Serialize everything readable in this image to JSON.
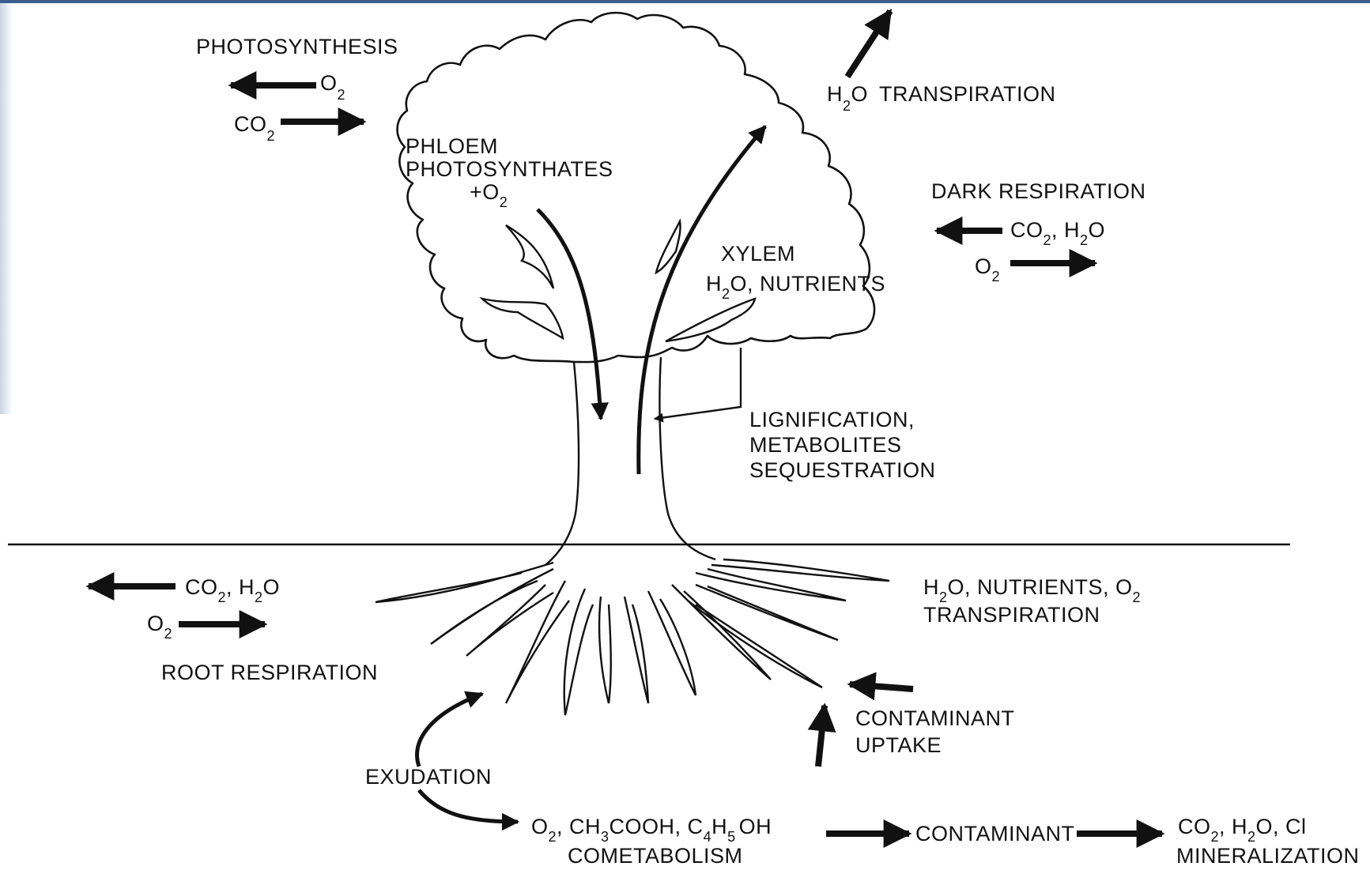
{
  "photosynthesis": {
    "title": "PHOTOSYNTHESIS",
    "o2": "O",
    "o2_sub": "2",
    "co2": "CO",
    "co2_sub": "2"
  },
  "transpiration_top": {
    "h2o": "H",
    "h2o_sub": "2",
    "h2o_rest": "O",
    "label": "TRANSPIRATION"
  },
  "phloem": {
    "line1": "PHLOEM",
    "line2": "PHOTOSYNTHATES",
    "line3": "+O",
    "line3_sub": "2"
  },
  "dark_respiration": {
    "title": "DARK RESPIRATION",
    "co2": "CO",
    "co2_sub": "2",
    "h2o": ", H",
    "h2o_sub": "2",
    "h2o_rest": "O",
    "o2": "O",
    "o2_sub": "2"
  },
  "xylem": {
    "line1": "XYLEM",
    "h": "H",
    "h_sub": "2",
    "rest": "O, NUTRIENTS"
  },
  "lignification": {
    "line1": "LIGNIFICATION,",
    "line2": "METABOLITES",
    "line3": "SEQUESTRATION"
  },
  "root_respiration": {
    "title": "ROOT RESPIRATION",
    "co2": "CO",
    "co2_sub": "2",
    "h2o": ", H",
    "h2o_sub": "2",
    "h2o_rest": "O",
    "o2": "O",
    "o2_sub": "2"
  },
  "root_uptake": {
    "h": "H",
    "h_sub": "2",
    "rest": "O, NUTRIENTS, O",
    "o_sub": "2",
    "line2": "TRANSPIRATION"
  },
  "contaminant_uptake": {
    "line1": "CONTAMINANT",
    "line2": "UPTAKE"
  },
  "exudation": {
    "label": "EXUDATION"
  },
  "cometabolism": {
    "o2": "O",
    "o2_sub": "2",
    "ch3": ", CH",
    "ch3_sub": "3",
    "cooh": "COOH, C",
    "c4_sub": "4",
    "h": "H",
    "h_sub": "5",
    "oh": "OH",
    "line2": "COMETABOLISM"
  },
  "contaminant": {
    "label": "CONTAMINANT"
  },
  "mineralization": {
    "co2": "CO",
    "co2_sub": "2",
    "h2o": ", H",
    "h2o_sub": "2",
    "rest": "O, Cl",
    "line2": "MINERALIZATION"
  }
}
